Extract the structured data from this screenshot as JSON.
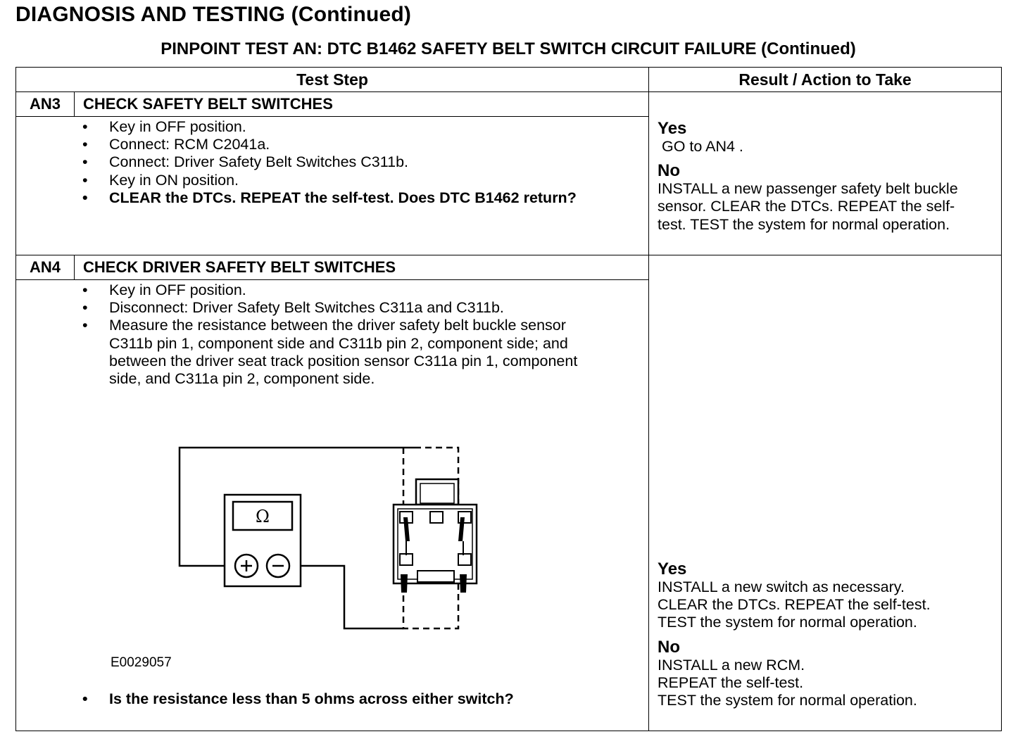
{
  "header": "DIAGNOSIS AND TESTING (Continued)",
  "subheader": "PINPOINT TEST  AN: DTC B1462 SAFETY BELT SWITCH CIRCUIT FAILURE (Continued)",
  "columns": {
    "step": "Test Step",
    "result": "Result / Action to Take"
  },
  "steps": [
    {
      "id": "AN3",
      "title": "CHECK SAFETY BELT SWITCHES",
      "bullets": [
        "Key in OFF position.",
        "Connect: RCM C2041a.",
        "Connect: Driver Safety Belt Switches C311b.",
        "Key in ON position.",
        "CLEAR the DTCs. REPEAT the self-test. Does DTC B1462 return?"
      ],
      "yes_label": "Yes",
      "yes_text": " GO to AN4 .",
      "no_label": "No",
      "no_text": "INSTALL a new passenger safety belt buckle sensor. CLEAR the DTCs. REPEAT the self-test. TEST the system for normal operation."
    },
    {
      "id": "AN4",
      "title": "CHECK DRIVER SAFETY BELT SWITCHES",
      "bullets": [
        "Key in OFF position.",
        "Disconnect: Driver Safety Belt Switches C311a and C311b.",
        "Measure the resistance between the driver safety belt buckle sensor C311b pin 1, component side and C311b pin 2, component side; and between the driver seat track position sensor C311a pin 1, component side, and C311a pin 2, component side."
      ],
      "figure_id": "E0029057",
      "meter_symbol": "Ω",
      "question": "Is the resistance less than 5 ohms across either switch?",
      "yes_label": "Yes",
      "yes_lines": [
        "INSTALL a new switch as necessary.",
        "CLEAR the DTCs. REPEAT the self-test.",
        "TEST the system for normal operation."
      ],
      "no_label": "No",
      "no_lines": [
        "INSTALL a new RCM.",
        "REPEAT the self-test.",
        "TEST the system for normal operation."
      ]
    }
  ]
}
